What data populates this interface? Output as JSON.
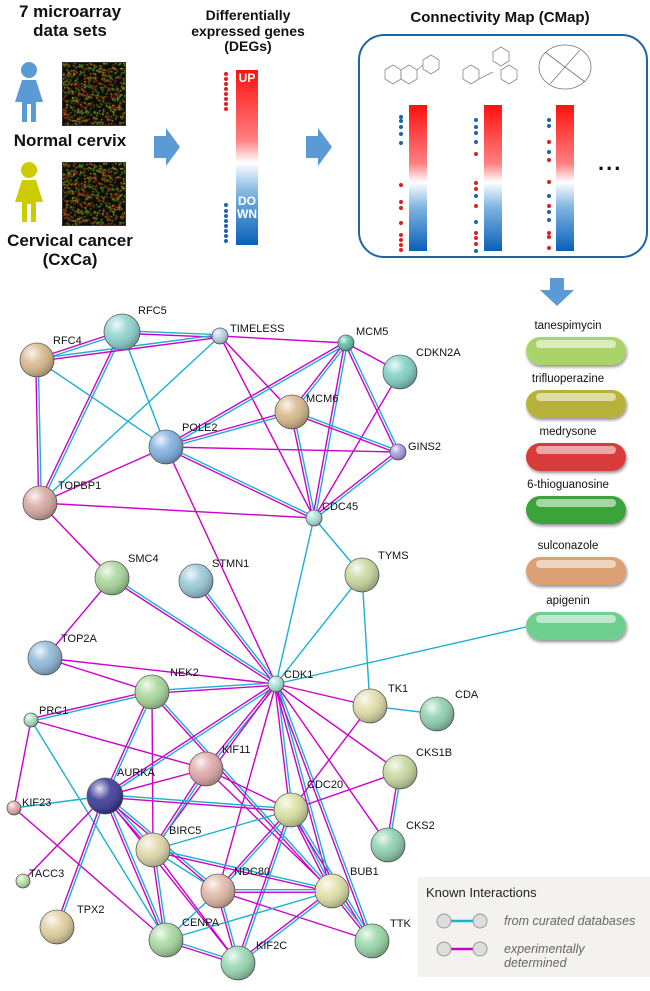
{
  "panels": {
    "datasets": {
      "title": "7 microarray data sets",
      "title_line1": "7 microarray",
      "title_line2": "data sets",
      "normal_label": "Normal cervix",
      "cancer_label_line1": "Cervical cancer",
      "cancer_label_line2": "(CxCa)",
      "normal_person_color": "#5b9bd5",
      "cancer_person_color": "#cccc00"
    },
    "degs": {
      "title_line1": "Differentially",
      "title_line2": "expressed genes",
      "title_line3": "(DEGs)",
      "up_label": "UP",
      "down_label": "DOWN",
      "up_color": "#ff0000",
      "down_color": "#0a5fb8"
    },
    "cmap": {
      "title": "Connectivity Map (CMap)",
      "ellipsis": "...",
      "border_color": "#1f63a8"
    }
  },
  "drugs": [
    {
      "name": "tanespimycin",
      "color": "#a8d46a"
    },
    {
      "name": "trifluoperazine",
      "color": "#b8b23a"
    },
    {
      "name": "medrysone",
      "color": "#d93a3a"
    },
    {
      "name": "6-thioguanosine",
      "color": "#3aa33a"
    },
    {
      "name": "sulconazole",
      "color": "#dba074"
    },
    {
      "name": "apigenin",
      "color": "#6fcf8f"
    }
  ],
  "network": {
    "nodes": [
      {
        "id": "RFC5",
        "color": "#8fd3d0"
      },
      {
        "id": "TIMELESS",
        "color": "#b8d0e6"
      },
      {
        "id": "MCM5",
        "color": "#5fbfa8"
      },
      {
        "id": "CDKN2A",
        "color": "#7fd0c4"
      },
      {
        "id": "RFC4",
        "color": "#d8b88a"
      },
      {
        "id": "MCM6",
        "color": "#d8b88a"
      },
      {
        "id": "POLE2",
        "color": "#7fb0e0"
      },
      {
        "id": "GINS2",
        "color": "#a89ae0"
      },
      {
        "id": "TOPBP1",
        "color": "#d8a8a0"
      },
      {
        "id": "CDC45",
        "color": "#a8e0d8"
      },
      {
        "id": "SMC4",
        "color": "#a8d89a"
      },
      {
        "id": "STMN1",
        "color": "#98c8d8"
      },
      {
        "id": "TYMS",
        "color": "#c8d8a0"
      },
      {
        "id": "TOP2A",
        "color": "#90b8d8"
      },
      {
        "id": "NEK2",
        "color": "#a8d89a"
      },
      {
        "id": "CDK1",
        "color": "#a8e0d8"
      },
      {
        "id": "TK1",
        "color": "#e0dca8"
      },
      {
        "id": "CDA",
        "color": "#8fd0b0"
      },
      {
        "id": "PRC1",
        "color": "#a8e0c8"
      },
      {
        "id": "KIF11",
        "color": "#e0a8a8"
      },
      {
        "id": "CKS1B",
        "color": "#c8d8a0"
      },
      {
        "id": "KIF23",
        "color": "#e0a8a8"
      },
      {
        "id": "AURKA",
        "color": "#3a3a98"
      },
      {
        "id": "CDC20",
        "color": "#d8e0a0"
      },
      {
        "id": "BIRC5",
        "color": "#e0d8a8"
      },
      {
        "id": "CKS2",
        "color": "#8fd0b0"
      },
      {
        "id": "TACC3",
        "color": "#b8e0a0"
      },
      {
        "id": "NDC80",
        "color": "#e0b8a8"
      },
      {
        "id": "BUB1",
        "color": "#e0e0a8"
      },
      {
        "id": "TPX2",
        "color": "#e0d0a0"
      },
      {
        "id": "CENPA",
        "color": "#a8d8a0"
      },
      {
        "id": "TTK",
        "color": "#98d8a8"
      },
      {
        "id": "KIF2C",
        "color": "#98d8b0"
      }
    ],
    "edges": [
      [
        "RFC5",
        "TIMELESS",
        "both"
      ],
      [
        "RFC5",
        "RFC4",
        "both"
      ],
      [
        "RFC5",
        "TOPBP1",
        "both"
      ],
      [
        "RFC5",
        "POLE2",
        "db"
      ],
      [
        "RFC4",
        "TIMELESS",
        "both"
      ],
      [
        "RFC4",
        "TOPBP1",
        "both"
      ],
      [
        "RFC4",
        "POLE2",
        "db"
      ],
      [
        "TIMELESS",
        "MCM5",
        "exp"
      ],
      [
        "TIMELESS",
        "TOPBP1",
        "db"
      ],
      [
        "TIMELESS",
        "MCM6",
        "exp"
      ],
      [
        "TIMELESS",
        "CDC45",
        "exp"
      ],
      [
        "MCM5",
        "MCM6",
        "both"
      ],
      [
        "MCM5",
        "POLE2",
        "both"
      ],
      [
        "MCM5",
        "CDC45",
        "both"
      ],
      [
        "MCM5",
        "GINS2",
        "both"
      ],
      [
        "MCM5",
        "CDKN2A",
        "exp"
      ],
      [
        "CDKN2A",
        "CDC45",
        "exp"
      ],
      [
        "MCM6",
        "POLE2",
        "both"
      ],
      [
        "MCM6",
        "GINS2",
        "both"
      ],
      [
        "MCM6",
        "CDC45",
        "both"
      ],
      [
        "POLE2",
        "GINS2",
        "exp"
      ],
      [
        "POLE2",
        "CDC45",
        "both"
      ],
      [
        "POLE2",
        "TOPBP1",
        "exp"
      ],
      [
        "POLE2",
        "CDK1",
        "exp"
      ],
      [
        "GINS2",
        "CDC45",
        "both"
      ],
      [
        "TOPBP1",
        "CDC45",
        "exp"
      ],
      [
        "TOPBP1",
        "SMC4",
        "exp"
      ],
      [
        "CDC45",
        "CDK1",
        "db"
      ],
      [
        "CDC45",
        "TYMS",
        "db"
      ],
      [
        "SMC4",
        "TOP2A",
        "exp"
      ],
      [
        "SMC4",
        "CDK1",
        "both"
      ],
      [
        "STMN1",
        "CDK1",
        "both"
      ],
      [
        "TYMS",
        "CDK1",
        "db"
      ],
      [
        "TYMS",
        "TK1",
        "db"
      ],
      [
        "TOP2A",
        "NEK2",
        "exp"
      ],
      [
        "TOP2A",
        "CDK1",
        "exp"
      ],
      [
        "NEK2",
        "CDK1",
        "both"
      ],
      [
        "NEK2",
        "PRC1",
        "both"
      ],
      [
        "NEK2",
        "AURKA",
        "both"
      ],
      [
        "NEK2",
        "BIRC5",
        "exp"
      ],
      [
        "NEK2",
        "BUB1",
        "both"
      ],
      [
        "CDK1",
        "TK1",
        "exp"
      ],
      [
        "CDK1",
        "CKS1B",
        "exp"
      ],
      [
        "CDK1",
        "CKS2",
        "exp"
      ],
      [
        "CDK1",
        "AURKA",
        "both"
      ],
      [
        "CDK1",
        "KIF11",
        "both"
      ],
      [
        "CDK1",
        "CDC20",
        "both"
      ],
      [
        "CDK1",
        "BUB1",
        "both"
      ],
      [
        "CDK1",
        "TTK",
        "both"
      ],
      [
        "CDK1",
        "BIRC5",
        "exp"
      ],
      [
        "CDK1",
        "NDC80",
        "exp"
      ],
      [
        "CDK1",
        "apigenin",
        "db"
      ],
      [
        "TK1",
        "CDA",
        "db"
      ],
      [
        "TK1",
        "CDC20",
        "exp"
      ],
      [
        "PRC1",
        "KIF11",
        "exp"
      ],
      [
        "PRC1",
        "KIF23",
        "exp"
      ],
      [
        "PRC1",
        "CENPA",
        "db"
      ],
      [
        "KIF11",
        "AURKA",
        "exp"
      ],
      [
        "KIF11",
        "BIRC5",
        "both"
      ],
      [
        "KIF11",
        "CDC20",
        "exp"
      ],
      [
        "KIF11",
        "BUB1",
        "exp"
      ],
      [
        "CKS1B",
        "CKS2",
        "both"
      ],
      [
        "CKS1B",
        "CDC20",
        "exp"
      ],
      [
        "KIF23",
        "CENPA",
        "exp"
      ],
      [
        "KIF23",
        "AURKA",
        "db"
      ],
      [
        "AURKA",
        "CDC20",
        "both"
      ],
      [
        "AURKA",
        "BIRC5",
        "both"
      ],
      [
        "AURKA",
        "TACC3",
        "exp"
      ],
      [
        "AURKA",
        "TPX2",
        "both"
      ],
      [
        "AURKA",
        "CENPA",
        "both"
      ],
      [
        "AURKA",
        "NDC80",
        "both"
      ],
      [
        "AURKA",
        "KIF2C",
        "exp"
      ],
      [
        "CDC20",
        "BIRC5",
        "db"
      ],
      [
        "CDC20",
        "NDC80",
        "both"
      ],
      [
        "CDC20",
        "KIF2C",
        "both"
      ],
      [
        "CDC20",
        "BUB1",
        "both"
      ],
      [
        "CDC20",
        "TTK",
        "both"
      ],
      [
        "BIRC5",
        "NDC80",
        "db"
      ],
      [
        "BIRC5",
        "CENPA",
        "both"
      ],
      [
        "BIRC5",
        "KIF2C",
        "exp"
      ],
      [
        "BIRC5",
        "BUB1",
        "both"
      ],
      [
        "NDC80",
        "BUB1",
        "both"
      ],
      [
        "NDC80",
        "KIF2C",
        "both"
      ],
      [
        "NDC80",
        "TTK",
        "exp"
      ],
      [
        "NDC80",
        "CENPA",
        "db"
      ],
      [
        "BUB1",
        "TTK",
        "both"
      ],
      [
        "BUB1",
        "KIF2C",
        "both"
      ],
      [
        "BUB1",
        "CENPA",
        "db"
      ],
      [
        "CENPA",
        "KIF2C",
        "both"
      ]
    ]
  },
  "legend": {
    "title": "Known Interactions",
    "items": [
      {
        "label": "from curated databases",
        "color": "#1ab0d0"
      },
      {
        "label": "experimentally determined",
        "color": "#cc00cc"
      }
    ]
  }
}
